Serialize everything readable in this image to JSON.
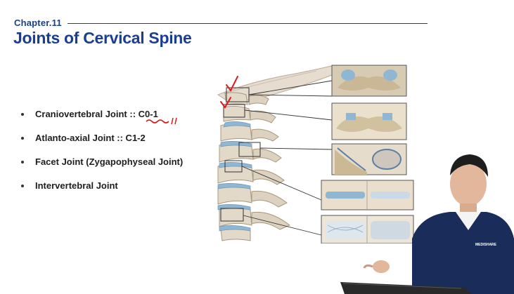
{
  "header": {
    "chapter": "Chapter.11",
    "title": "Joints of Cervical Spine"
  },
  "bullets": [
    "Craniovertebral Joint :: C0-1",
    "Atlanto-axial Joint :: C1-2",
    "Facet Joint (Zygapophyseal Joint)",
    "Intervertebral Joint"
  ],
  "presenter": {
    "shirt_logo": "MEDISHARE"
  },
  "colors": {
    "brand_blue": "#1b3f8e",
    "annotation_red": "#e01818",
    "disc_blue": "#8fb7d3",
    "bone": "#e2d9c8"
  }
}
